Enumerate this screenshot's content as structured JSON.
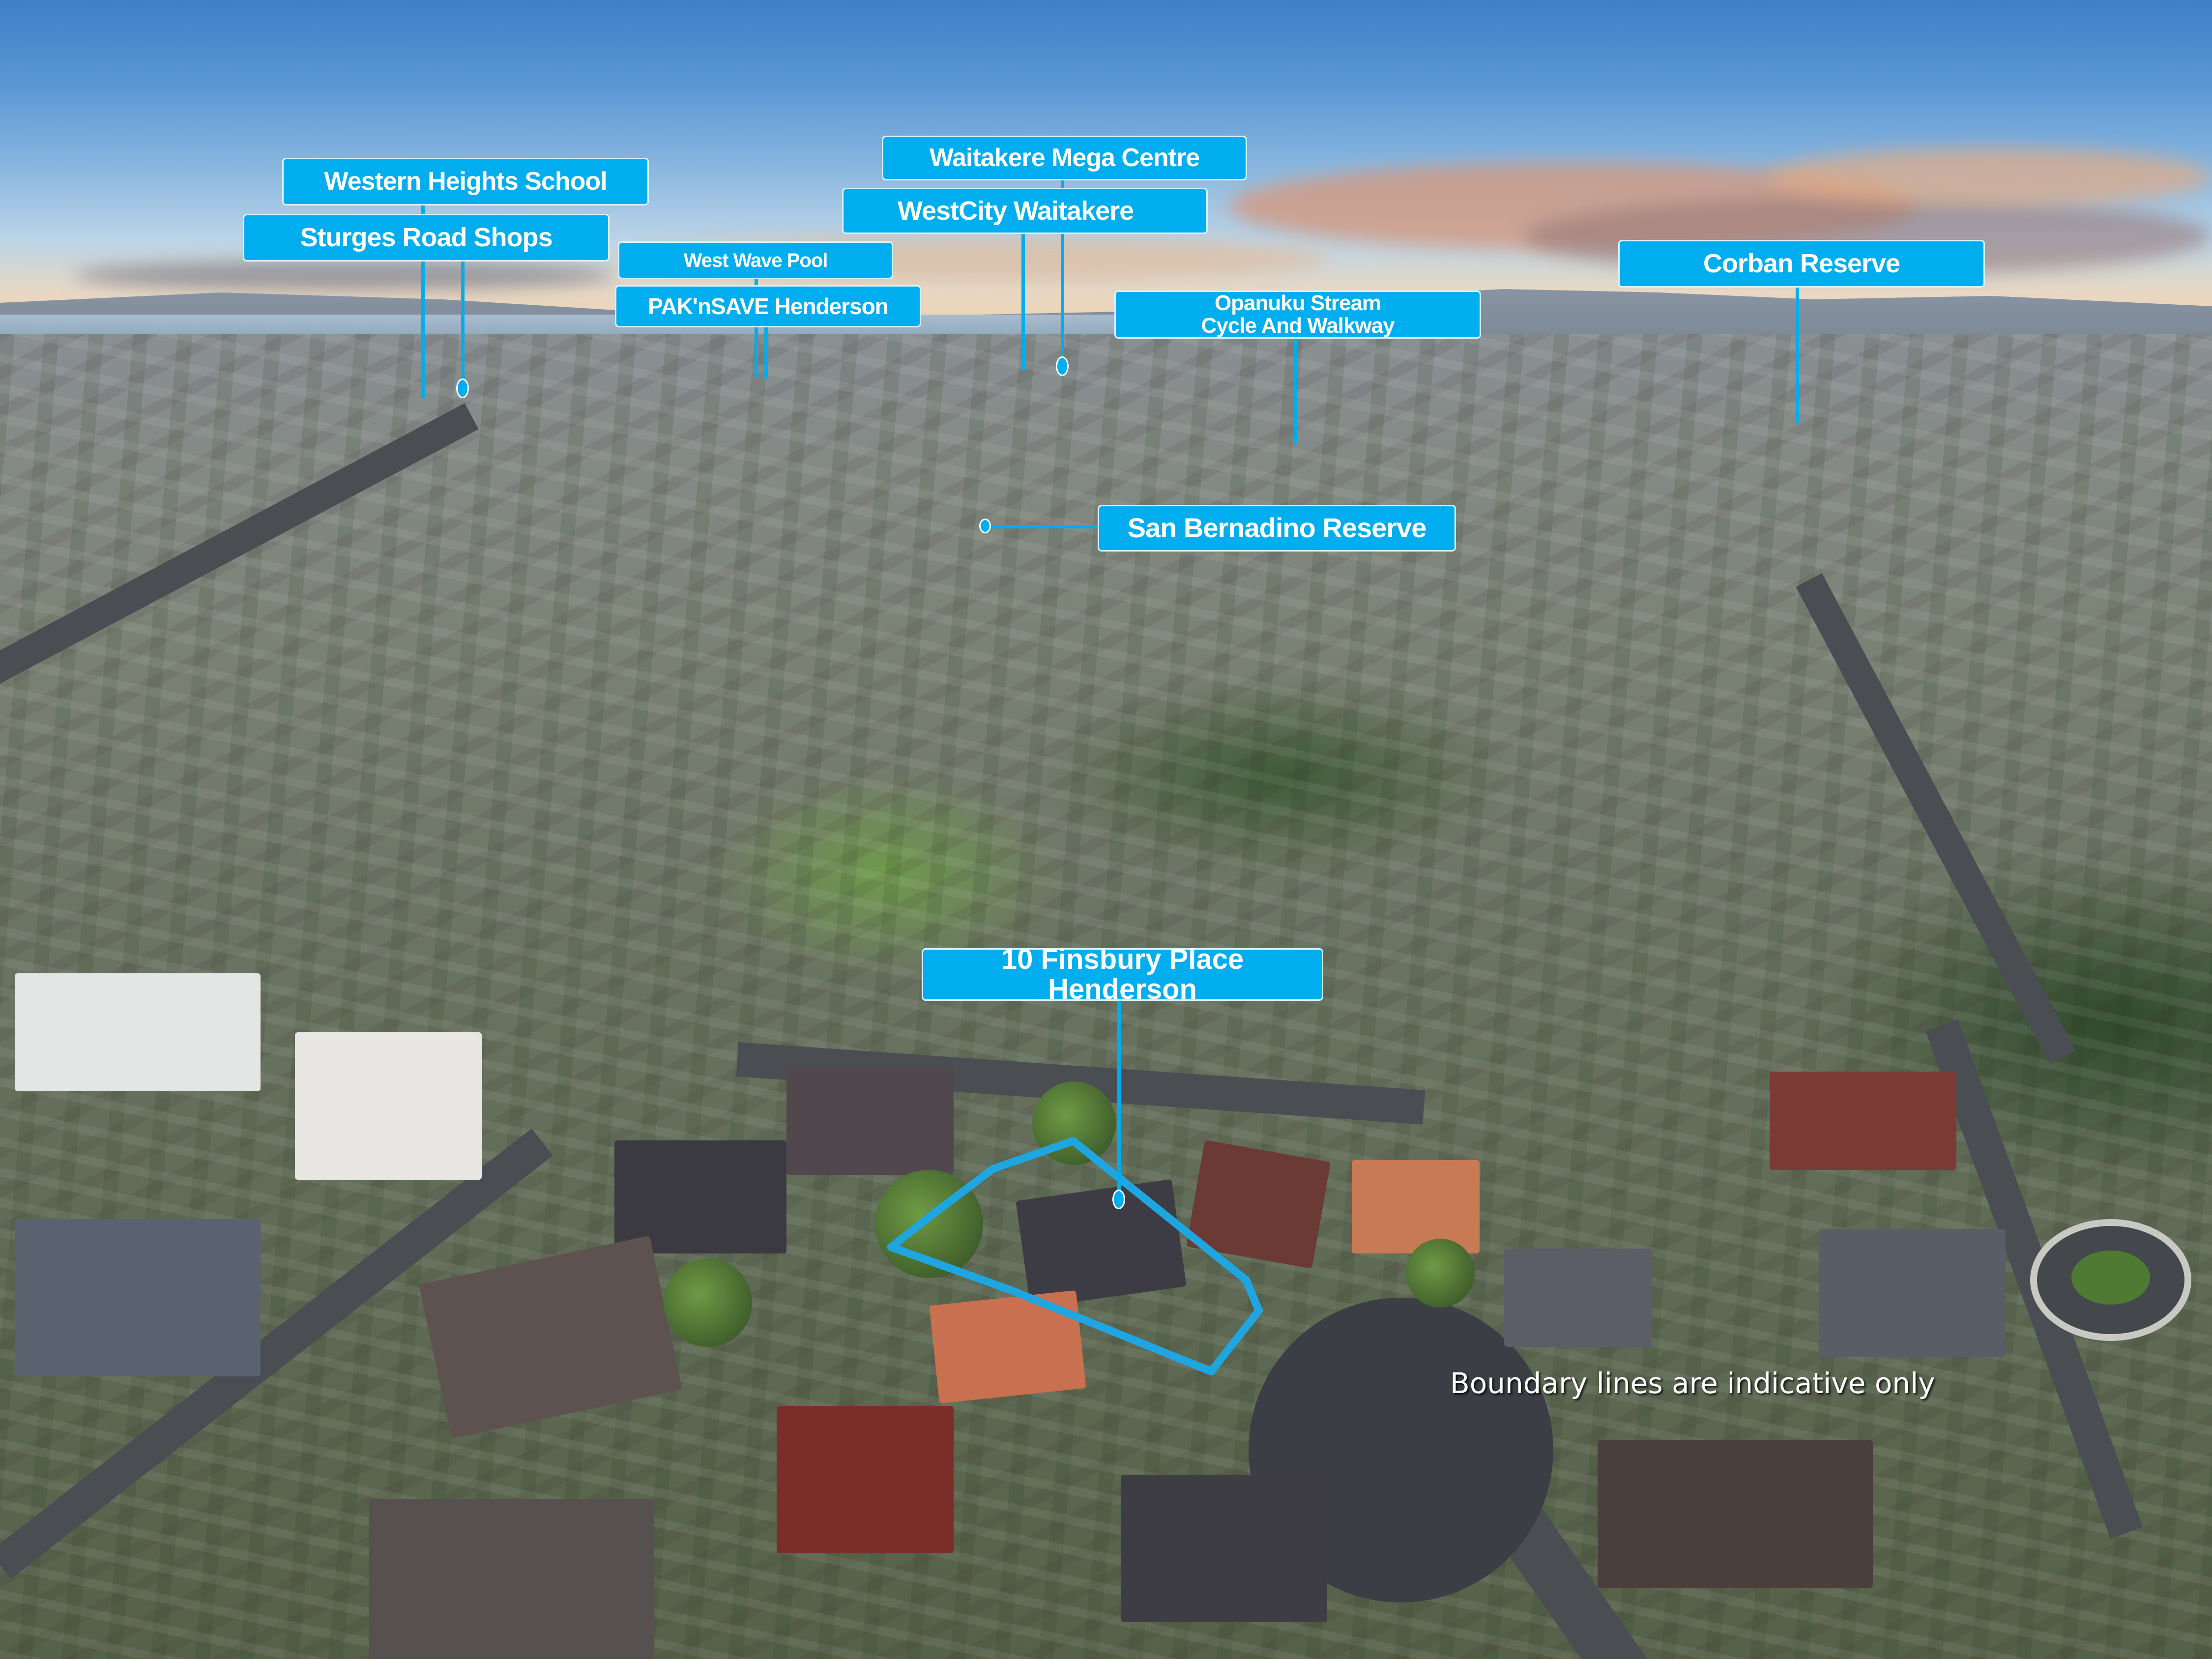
{
  "image": {
    "description": "Aerial drone photo of suburban Henderson with blue location callout labels",
    "label_color": "#00AEEF",
    "label_text_color": "#FFFFFF"
  },
  "subject": {
    "label": "10 Finsbury Place Henderson",
    "boundary_color": "#1FA6E0"
  },
  "landmarks": [
    {
      "id": "western-heights-school",
      "label": "Western Heights School"
    },
    {
      "id": "sturges-road-shops",
      "label": "Sturges Road Shops"
    },
    {
      "id": "west-wave-pool",
      "label": "West Wave Pool"
    },
    {
      "id": "paknsave-henderson",
      "label": "PAK'nSAVE Henderson"
    },
    {
      "id": "waitakere-mega-centre",
      "label": "Waitakere Mega Centre"
    },
    {
      "id": "westcity-waitakere",
      "label": "WestCity Waitakere"
    },
    {
      "id": "opanuku-stream",
      "label_line1": "Opanuku Stream",
      "label_line2": "Cycle And Walkway"
    },
    {
      "id": "corban-reserve",
      "label": "Corban Reserve"
    },
    {
      "id": "san-bernadino-reserve",
      "label": "San Bernadino Reserve"
    }
  ],
  "disclaimer": "Boundary lines are indicative only"
}
